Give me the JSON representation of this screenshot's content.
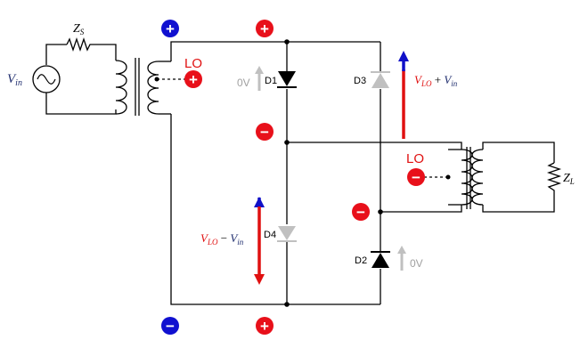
{
  "labels": {
    "source": "V",
    "source_sub": "in",
    "zs": "Z",
    "zs_sub": "S",
    "zl": "Z",
    "zl_sub": "L",
    "lo_left": "LO",
    "lo_right": "LO",
    "d1": "D1",
    "d2": "D2",
    "d3": "D3",
    "d4": "D4",
    "zero_v_left": "0V",
    "zero_v_right": "0V",
    "sum_v1": "V",
    "sum_v1_sub": "LO",
    "sum_op": " + ",
    "sum_v2": "V",
    "sum_v2_sub": "in",
    "diff_v1": "V",
    "diff_v1_sub": "LO",
    "diff_op": " − ",
    "diff_v2": "V",
    "diff_v2_sub": "in"
  },
  "badges": {
    "plus": "+",
    "minus": "−"
  },
  "colors": {
    "wire": "#000000",
    "red": "#e01010",
    "blue": "#1010c8",
    "navy": "#1f2d6e",
    "gray": "#c0c0c0",
    "badge_red": "#e8101a",
    "badge_blue": "#1010d0"
  }
}
